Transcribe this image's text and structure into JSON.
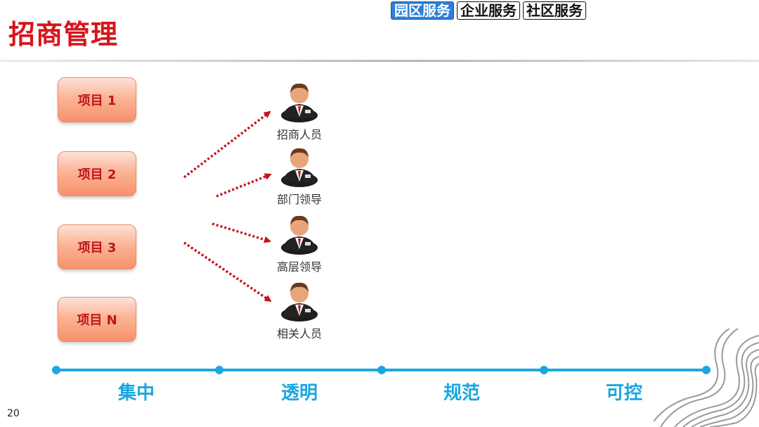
{
  "header": {
    "title": "招商管理",
    "tabs": [
      {
        "label": "园区服务",
        "active": true
      },
      {
        "label": "企业服务",
        "active": false
      },
      {
        "label": "社区服务",
        "active": false
      }
    ]
  },
  "projects": [
    "项目 1",
    "项目 2",
    "项目 3",
    "项目 N"
  ],
  "roles": [
    "招商人员",
    "部门领导",
    "高层领导",
    "相关人员"
  ],
  "values": [
    "集中",
    "透明",
    "规范",
    "可控"
  ],
  "page_number": "20",
  "colors": {
    "title": "#d7141a",
    "active_tab": "#2f7fd6",
    "project_text": "#c0141b",
    "arrow": "#c8141a",
    "timeline": "#1aa7e0"
  },
  "icons": {
    "person": "businessman-icon",
    "decoration": "wave-lines-icon"
  }
}
